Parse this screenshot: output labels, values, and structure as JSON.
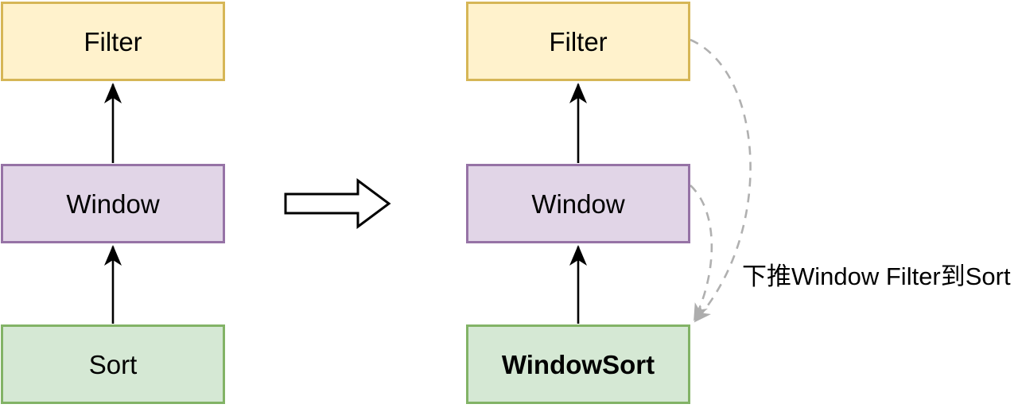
{
  "before": {
    "filter": "Filter",
    "window": "Window",
    "sort": "Sort"
  },
  "after": {
    "filter": "Filter",
    "window": "Window",
    "windowsort": "WindowSort"
  },
  "annotation": "下推Window Filter到Sort",
  "colors": {
    "yellow_fill": "#fff2cc",
    "yellow_border": "#d6b656",
    "purple_fill": "#e1d5e7",
    "purple_border": "#9673a6",
    "green_fill": "#d5e8d4",
    "green_border": "#82b366",
    "solid_edge": "#000000",
    "dashed_edge": "#b0b0b0",
    "background": "#ffffff",
    "text": "#000000"
  }
}
